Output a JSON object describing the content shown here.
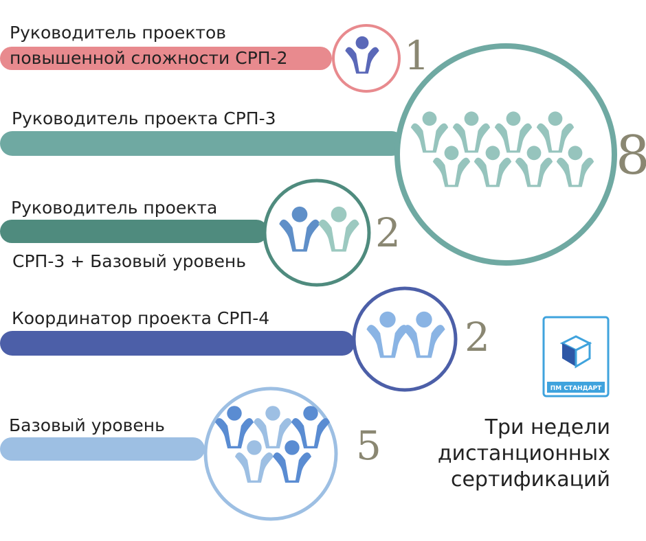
{
  "rows": [
    {
      "label_lines": [
        "Руководитель проектов",
        "повышенной сложности СРП-2"
      ],
      "count": "1",
      "color": "#e88a8e",
      "person_color": "#5a68b8"
    },
    {
      "label_lines": [
        "Руководитель проекта СРП-3"
      ],
      "count": "8",
      "color": "#6fa9a2",
      "person_color": "#96c4bd"
    },
    {
      "label_lines": [
        "Руководитель проекта",
        "СРП-3 + Базовый уровень"
      ],
      "count": "2",
      "color": "#4f8b7e",
      "person_color": "#5f8fc8",
      "person_accent": "#9cc9c0"
    },
    {
      "label_lines": [
        "Координатор проекта СРП-4"
      ],
      "count": "2",
      "color": "#4c5fa8",
      "person_color": "#8ab4e4"
    },
    {
      "label_lines": [
        "Базовый уровень"
      ],
      "count": "5",
      "color": "#9dbfe3",
      "person_color": "#5a8cd2",
      "person_accent": "#9dbfe3"
    }
  ],
  "logo": {
    "text": "ПМ СТАНДАРТ",
    "border_color": "#3fa3dd",
    "accent": "#2d57a6"
  },
  "caption_lines": [
    "Три недели",
    "дистанционных",
    "сертификаций"
  ]
}
